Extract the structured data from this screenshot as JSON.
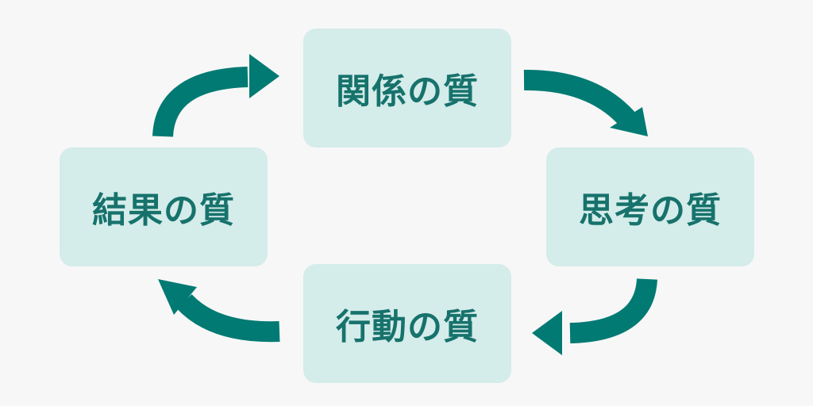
{
  "colors": {
    "background": "#f7f7f7",
    "box_fill": "#d4ecea",
    "text": "#17726c",
    "arrow": "#007a73"
  },
  "cycle": {
    "top": {
      "label": "関係の質"
    },
    "right": {
      "label": "思考の質"
    },
    "bottom": {
      "label": "行動の質"
    },
    "left": {
      "label": "結果の質"
    }
  },
  "arrows": [
    {
      "name": "arrow-top-to-right",
      "from": "top",
      "to": "right",
      "icon": "curved-arrow-icon"
    },
    {
      "name": "arrow-right-to-bottom",
      "from": "right",
      "to": "bottom",
      "icon": "curved-arrow-icon"
    },
    {
      "name": "arrow-bottom-to-left",
      "from": "bottom",
      "to": "left",
      "icon": "curved-arrow-icon"
    },
    {
      "name": "arrow-left-to-top",
      "from": "left",
      "to": "top",
      "icon": "curved-arrow-icon"
    }
  ]
}
